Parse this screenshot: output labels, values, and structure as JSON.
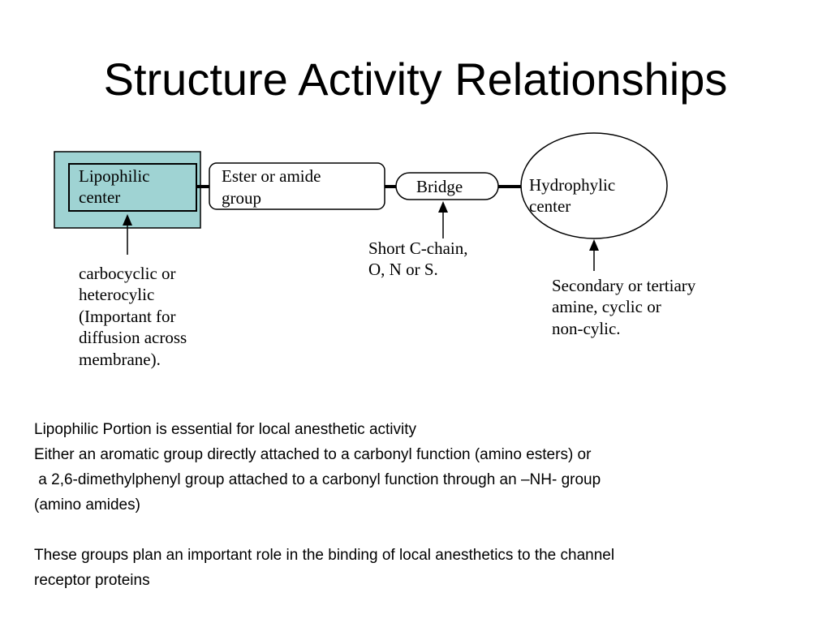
{
  "slide": {
    "title": "Structure Activity Relationships"
  },
  "colors": {
    "lipophilic_fill": "#9fd3d3",
    "stroke": "#000000",
    "background": "#ffffff"
  },
  "diagram": {
    "lipophilic": {
      "line1": "Lipophilic",
      "line2": "center"
    },
    "ester": {
      "line1": "Ester or amide",
      "line2": "group"
    },
    "bridge": {
      "label": "Bridge"
    },
    "hydrophilic": {
      "line1": "Hydrophylic",
      "line2": "center"
    },
    "lipophilic_note": {
      "line1": "carbocyclic or",
      "line2": "heterocylic",
      "line3": "(Important for",
      "line4": "diffusion across",
      "line5": "membrane)."
    },
    "bridge_note": {
      "line1": "Short C-chain,",
      "line2": "O, N or S."
    },
    "hydrophilic_note": {
      "line1": "Secondary or tertiary",
      "line2": "amine, cyclic or",
      "line3": "non-cylic."
    }
  },
  "notes": {
    "line1": "Lipophilic Portion is essential for local anesthetic activity",
    "line2": "Either an aromatic group directly attached to a carbonyl function (amino esters) or",
    "line3": " a 2,6-dimethylphenyl group attached to a carbonyl function through an –NH- group",
    "line4": "(amino amides)",
    "line5": "These groups plan an important role in the binding of local anesthetics to the channel",
    "line6": "receptor proteins"
  }
}
